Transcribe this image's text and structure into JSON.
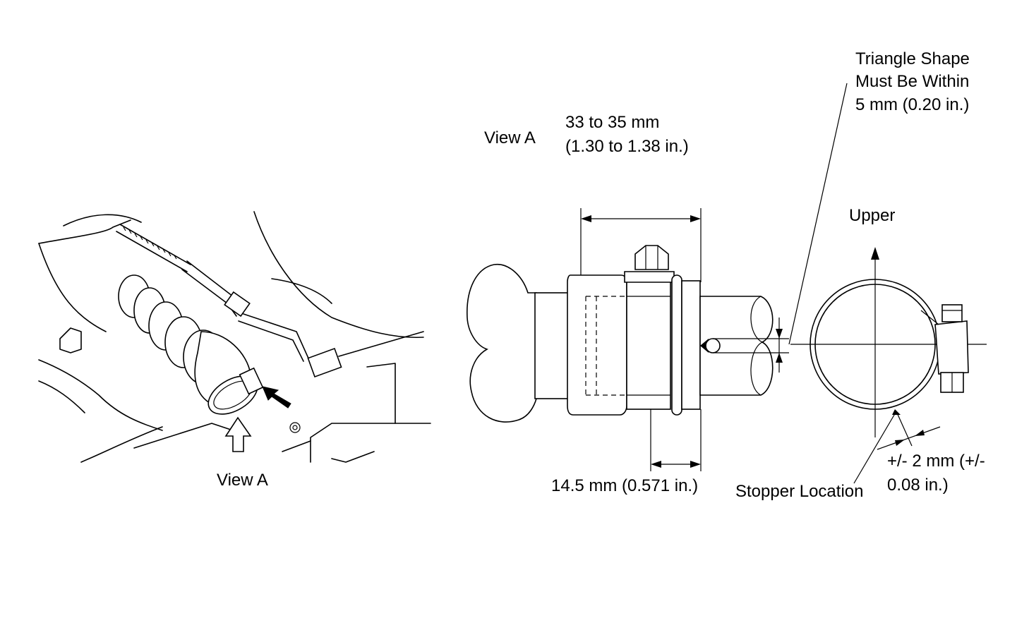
{
  "labels": {
    "view_a_left": "View A",
    "view_a_title": "View A",
    "length_mm": "33 to 35 mm",
    "length_in": "(1.30 to 1.38 in.)",
    "triangle_1": "Triangle Shape",
    "triangle_2": "Must Be Within",
    "triangle_3": "5 mm (0.20 in.)",
    "upper": "Upper",
    "offset": "14.5 mm (0.571 in.)",
    "stopper": "Stopper Location",
    "tolerance_1": "+/- 2 mm (+/-",
    "tolerance_2": "0.08 in.)"
  },
  "colors": {
    "line": "#000000",
    "background": "#ffffff"
  }
}
